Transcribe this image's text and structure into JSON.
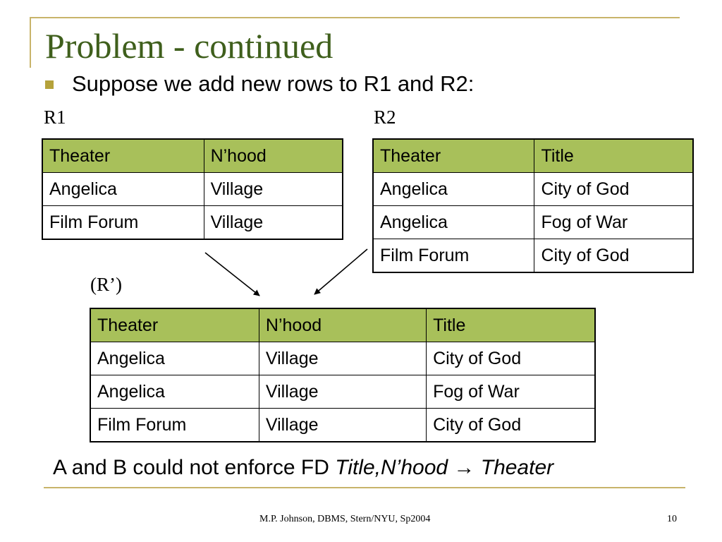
{
  "slide": {
    "title": "Problem - continued",
    "bullet": "Suppose we add new rows to R1 and R2:",
    "r1_label": "R1",
    "r2_label": "R2",
    "rprime_label": "(R’)",
    "conclusion_prefix": "A and B could not enforce FD ",
    "conclusion_fd": "Title,N’hood ",
    "conclusion_arrow": "→",
    "conclusion_target": " Theater",
    "footer": "M.P. Johnson, DBMS, Stern/NYU, Sp2004",
    "page_number": "10"
  },
  "colors": {
    "title": "#3f5f1c",
    "header_fill": "#a8c05a",
    "accent_rule": "#c8b46a",
    "bullet": "#b5a23b"
  },
  "r1": {
    "headers": [
      "Theater",
      "N’hood"
    ],
    "rows": [
      [
        "Angelica",
        "Village"
      ],
      [
        "Film Forum",
        "Village"
      ]
    ]
  },
  "r2": {
    "headers": [
      "Theater",
      "Title"
    ],
    "rows": [
      [
        "Angelica",
        "City of God"
      ],
      [
        "Angelica",
        "Fog of War"
      ],
      [
        "Film Forum",
        "City of God"
      ]
    ]
  },
  "rprime": {
    "headers": [
      "Theater",
      "N’hood",
      "Title"
    ],
    "rows": [
      [
        "Angelica",
        "Village",
        "City of God"
      ],
      [
        "Angelica",
        "Village",
        "Fog of War"
      ],
      [
        "Film Forum",
        "Village",
        "City of God"
      ]
    ]
  }
}
